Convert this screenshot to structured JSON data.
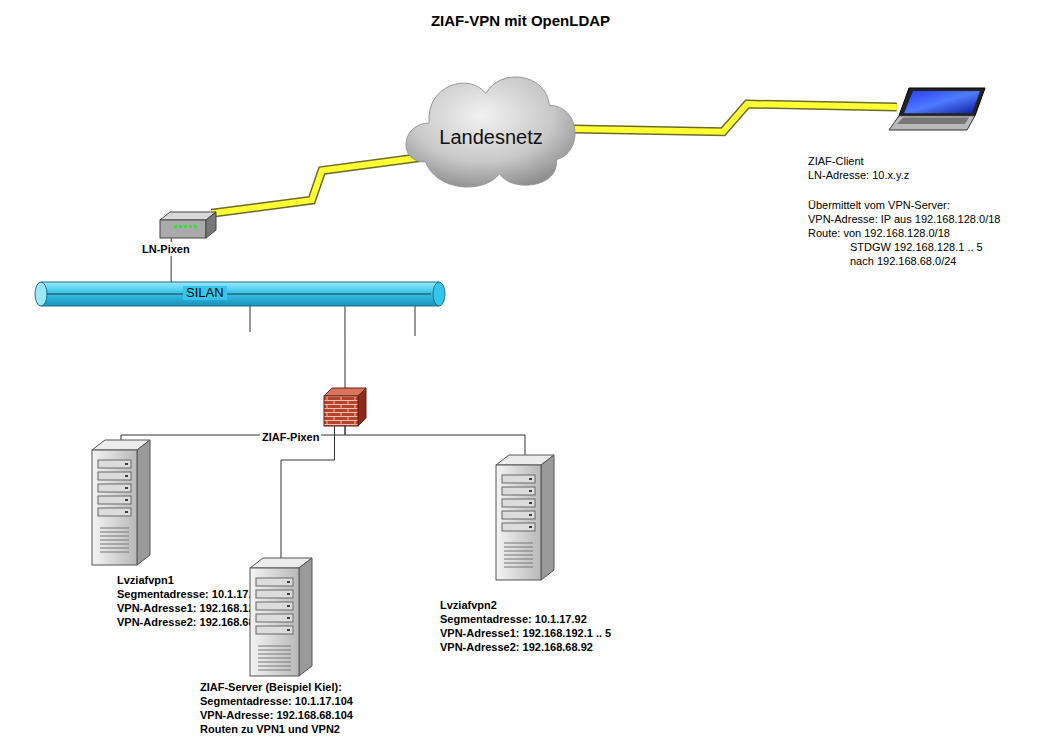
{
  "diagram": {
    "title": "ZIAF-VPN mit OpenLDAP",
    "nodes": [
      {
        "text": [
          "Landesnetz"
        ]
      },
      {
        "text": [
          "ZIAF-Client",
          "LN-Adresse: 10.x.y.z",
          "Übermittelt vom VPN-Server:",
          "VPN-Adresse: IP aus 192.168.128.0/18",
          "Route: von 192.168.128.0/18",
          "STDGW 192.168.128.1 .. 5",
          "nach 192.168.68.0/24"
        ]
      },
      {
        "text": [
          "LN-Pixen"
        ]
      },
      {
        "text": [
          "SILAN"
        ]
      },
      {
        "text": [
          "ZIAF-Pixen"
        ]
      },
      {
        "text": [
          "Lvziafvpn1",
          "Segmentadresse: 10.1.17.91",
          "VPN-Adresse1: 192.168.128.1 .. 5",
          "VPN-Adresse2: 192.168.68.91"
        ]
      },
      {
        "text": [
          "Lvziafvpn2",
          "Segmentadresse: 10.1.17.92",
          "VPN-Adresse1: 192.168.192.1 .. 5",
          "VPN-Adresse2: 192.168.68.92"
        ]
      },
      {
        "text": [
          "ZIAF-Server (Beispiel Kiel):",
          "Segmentadresse: 10.1.17.104",
          "VPN-Adresse: 192.168.68.104",
          "Routen zu VPN1 und VPN2"
        ]
      }
    ],
    "edges": [
      {
        "from": 2,
        "to": 0,
        "arrow": "none"
      },
      {
        "from": 0,
        "to": 1,
        "arrow": "none"
      },
      {
        "from": 2,
        "to": 3,
        "arrow": "none"
      },
      {
        "from": 3,
        "to": 4,
        "arrow": "none"
      },
      {
        "from": 4,
        "to": 5,
        "arrow": "none"
      },
      {
        "from": 4,
        "to": 6,
        "arrow": "none"
      },
      {
        "from": 4,
        "to": 7,
        "arrow": "none"
      }
    ]
  }
}
